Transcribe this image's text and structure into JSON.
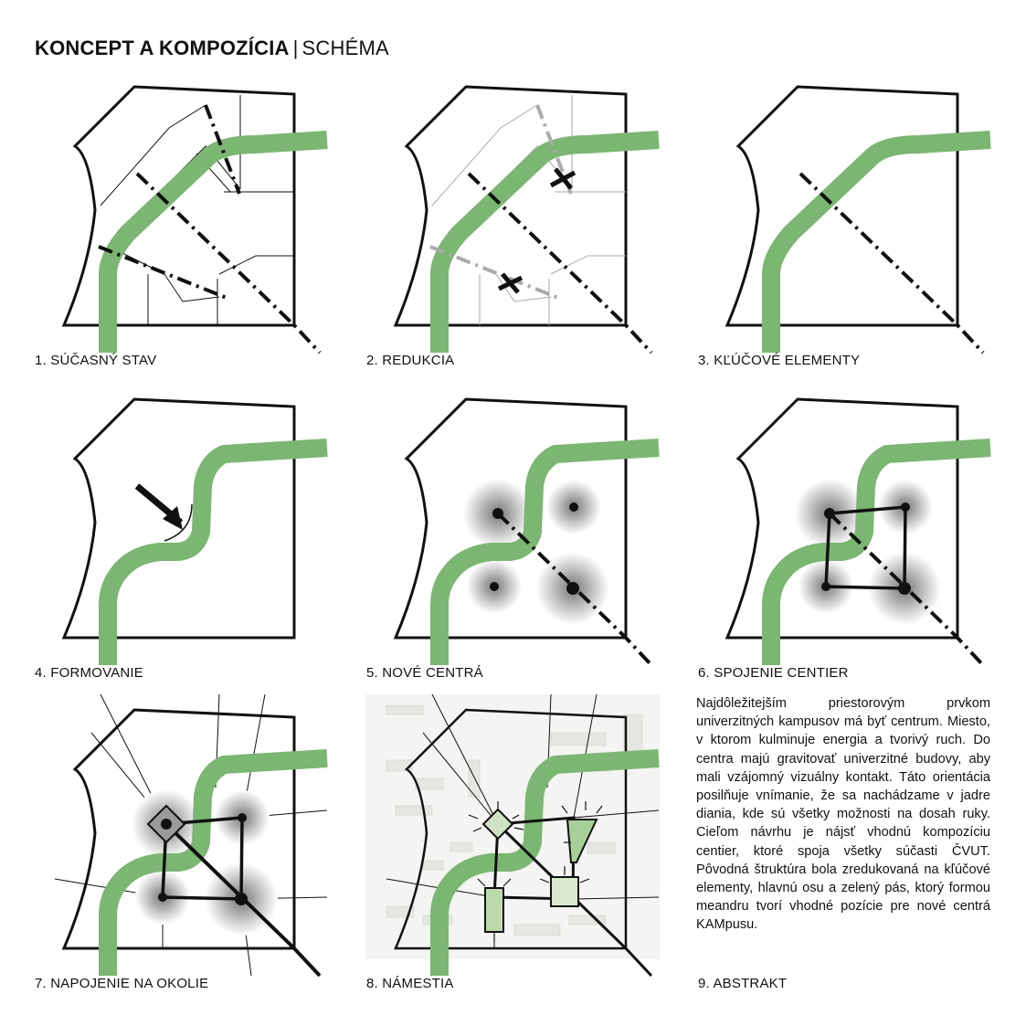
{
  "header": {
    "title_bold": "KONCEPT A KOMPOZÍCIA",
    "separator": "|",
    "title_light": "SCHÉMA"
  },
  "panels": [
    {
      "caption": "1. SÚČASNÝ STAV"
    },
    {
      "caption": "2. REDUKCIA"
    },
    {
      "caption": "3. KĽÚČOVÉ ELEMENTY"
    },
    {
      "caption": "4. FORMOVANIE"
    },
    {
      "caption": "5. NOVÉ CENTRÁ"
    },
    {
      "caption": "6. SPOJENIE CENTIER"
    },
    {
      "caption": "7. NAPOJENIE NA OKOLIE"
    },
    {
      "caption": "8. NÁMESTIA"
    },
    {
      "caption": "9. ABSTRAKT"
    }
  ],
  "abstract_text": "Najdôležitejším priestorovým prvkom univerzitných kampusov má byť centrum. Miesto, v ktorom kulminuje energia a tvorivý ruch. Do centra majú gravitovať univerzitné budovy, aby mali vzájomný vizuálny kontakt. Táto orientácia posilňuje vnímanie, že sa nachádzame v jadre diania, kde sú všetky možnosti na dosah ruky. Cieľom návrhu je nájsť vhodnú kompozíciu centier, ktoré spoja všetky súčasti ČVUT. Pôvodná štruktúra bola zredukovaná na kľúčové elementy, hlavnú osu a zelený pás, ktorý formou meandru tvorí vhodné pozície pre nové centrá KAMpusu.",
  "colors": {
    "green_belt": "#7bb672",
    "outline": "#111111",
    "reduced_grey": "#aaaaaa",
    "halo": "#bfbfbf"
  }
}
